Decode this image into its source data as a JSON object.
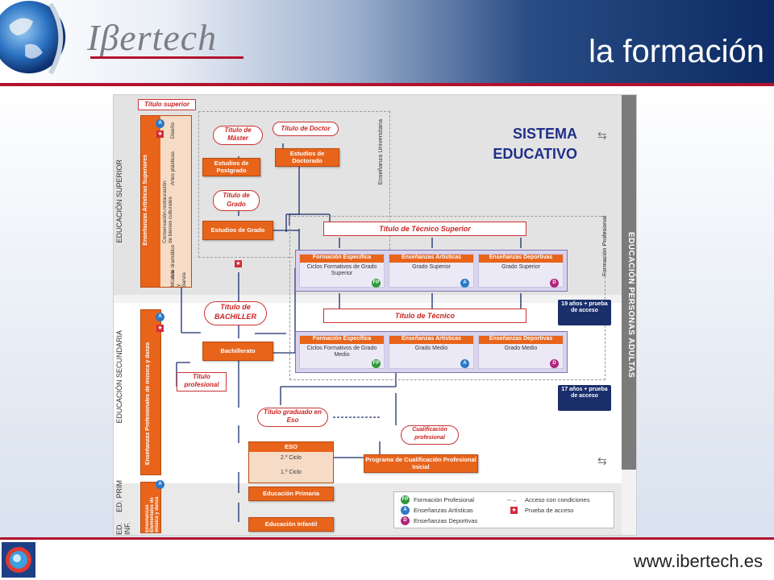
{
  "header": {
    "brand": "Ιβertech",
    "title": "la formación"
  },
  "footer": {
    "website": "www.ibertech.es"
  },
  "diagram": {
    "heading_line1": "SISTEMA",
    "heading_line2": "EDUCATIVO",
    "bands": {
      "superior": "EDUCACIÓN SUPERIOR",
      "secundaria": "EDUCACIÓN SECUNDARIA",
      "primaria": "ED. PRIM",
      "infantil": "ED. INF.",
      "adultos": "EDUCACIÓN PERSONAS ADULTAS",
      "universitaria": "Enseñanza Universitaria",
      "profesional": "Formación Profesional"
    },
    "artisticas_sup": {
      "label": "Enseñanzas Artísticas Superiores",
      "items": [
        "Diseño",
        "Artes plásticas",
        "Conservación-restauración de bienes culturales",
        "Arte dramático",
        "Música y danza"
      ]
    },
    "artisticas_prof": "Enseñanzas Profesionales de música y danza",
    "artisticas_elem": "Enseñanzas Elementales de música y danza",
    "titles": {
      "superior": "Título superior",
      "master": "Título de Máster",
      "doctor": "Título de Doctor",
      "grado": "Título de Grado",
      "bachiller": "Título de BACHILLER",
      "tecnico_superior": "Título de Técnico Superior",
      "tecnico": "Título de Técnico",
      "profesional": "Título profesional",
      "graduado_eso": "Título graduado en Eso",
      "cualificacion": "Cualificación profesional"
    },
    "boxes": {
      "postgrado": "Estudios de Postgrado",
      "doctorado": "Estudios de Doctorado",
      "estudios_grado": "Estudios de Grado",
      "bachillerato": "Bachillerato",
      "eso": "ESO",
      "ciclo2": "2.º Ciclo",
      "ciclo1": "1.º Ciclo",
      "pcpi": "Programa de Cualificación Profesional Inicial",
      "primaria": "Educación Primaria",
      "infantil": "Educación Infantil"
    },
    "fp_superior": [
      {
        "head": "Formación Específica",
        "body": "Ciclos Formativos de Grado Superior",
        "badge": "FP"
      },
      {
        "head": "Enseñanzas Artísticas",
        "body": "Grado Superior",
        "badge": "A"
      },
      {
        "head": "Enseñanzas Deportivas",
        "body": "Grado Superior",
        "badge": "D"
      }
    ],
    "fp_medio": [
      {
        "head": "Formación Específica",
        "body": "Ciclos Formativos de Grado Medio",
        "badge": "FP"
      },
      {
        "head": "Enseñanzas Artísticas",
        "body": "Grado Medio",
        "badge": "A"
      },
      {
        "head": "Enseñanzas Deportivas",
        "body": "Grado Medio",
        "badge": "D"
      }
    ],
    "access19": "19 años + prueba de acceso",
    "access17": "17 años + prueba de acceso",
    "legend": {
      "fp": "Formación Profesional",
      "artisticas": "Enseñanzas Artísticas",
      "deportivas": "Enseñanzas Deportivas",
      "acceso": "Acceso con condiciones",
      "prueba": "Prueba de acceso"
    },
    "colors": {
      "orange": "#e8641b",
      "navy": "#1a2e6b",
      "red": "#c22",
      "purple": "#7d75b0"
    }
  }
}
